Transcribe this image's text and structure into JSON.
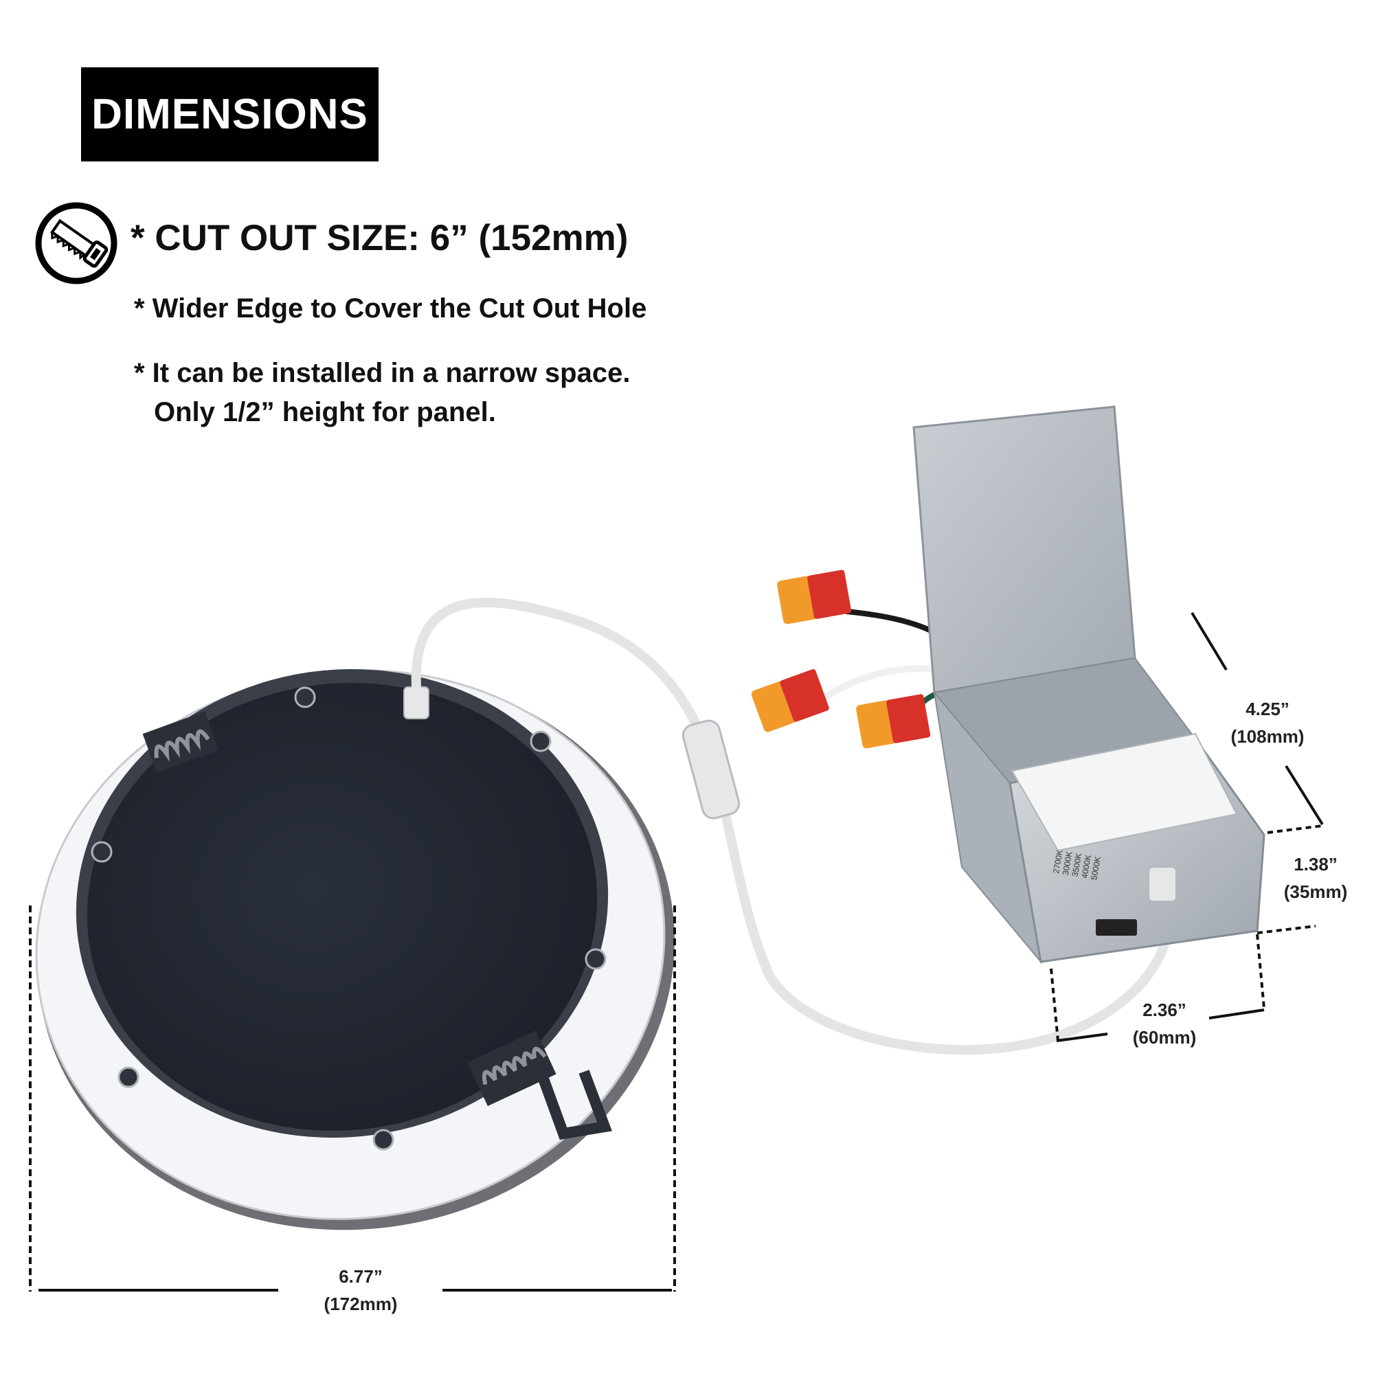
{
  "header": {
    "title": "DIMENSIONS"
  },
  "features": {
    "icon": "saw-icon",
    "cutout_text": "* CUT OUT SIZE:  6” (152mm)",
    "bullet1": "* Wider Edge to Cover the Cut Out Hole",
    "bullet2_line1": "* It can be installed in a narrow space.",
    "bullet2_line2": "Only 1/2” height for panel."
  },
  "dimensions": {
    "panel_diameter_in": "6.77”",
    "panel_diameter_mm": "(172mm)",
    "box_length_in": "4.25”",
    "box_length_mm": "(108mm)",
    "box_height_in": "1.38”",
    "box_height_mm": "(35mm)",
    "box_width_in": "2.36”",
    "box_width_mm": "(60mm)"
  },
  "driver_box": {
    "cct_options": [
      "2700K",
      "3000K",
      "3500K",
      "4000K",
      "5000K"
    ]
  },
  "colors": {
    "panel_face": "#262b35",
    "panel_rim": "#f2f3f6",
    "box_metal": "#b9bfc6",
    "connector_orange": "#f19a2a",
    "connector_red": "#d8312a"
  }
}
